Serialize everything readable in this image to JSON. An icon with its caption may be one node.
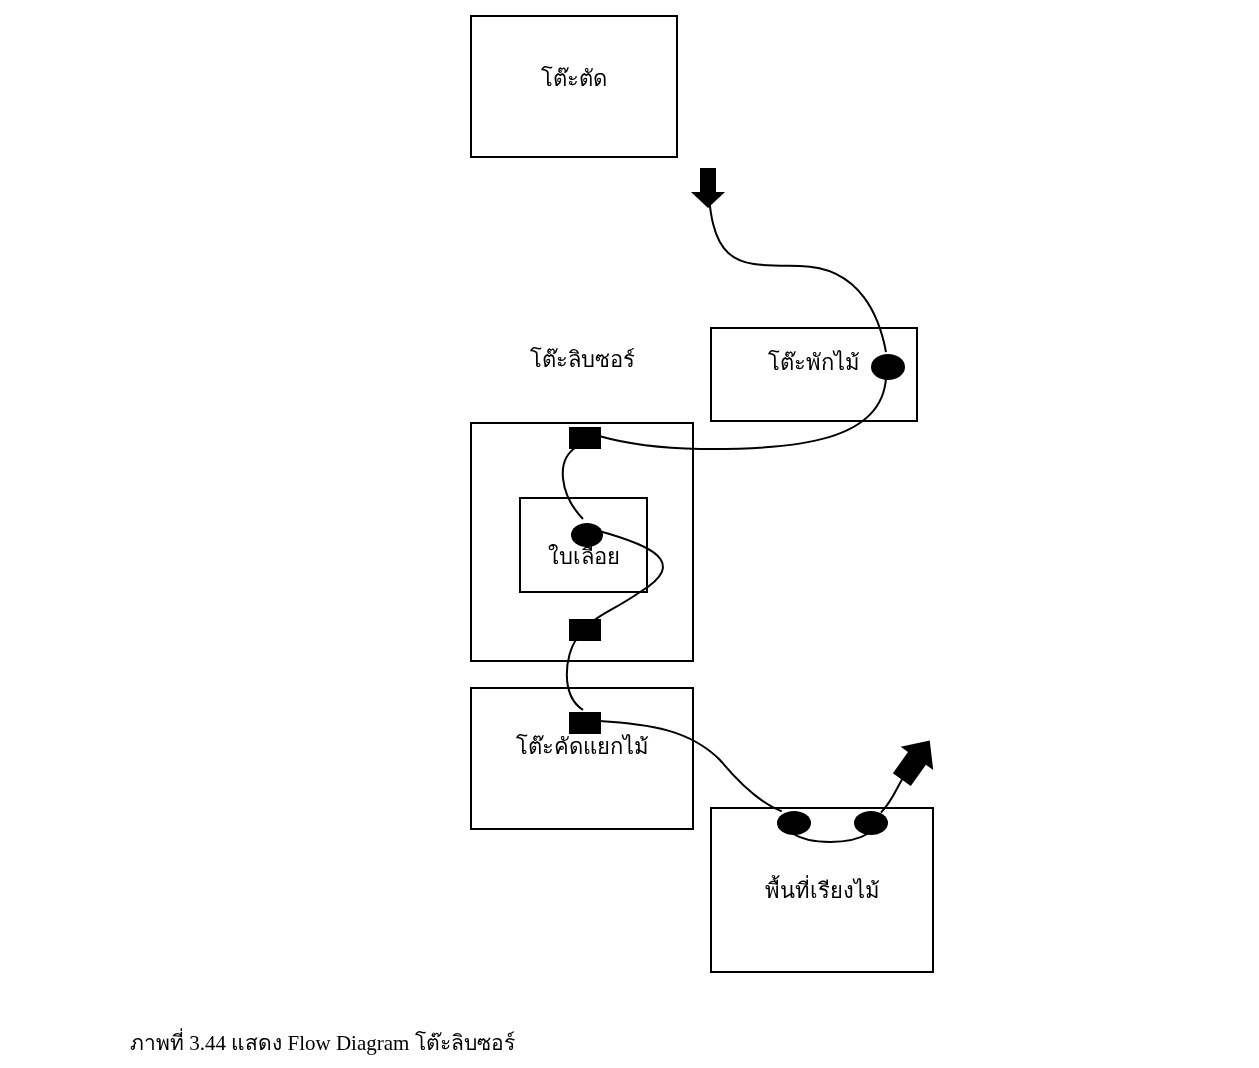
{
  "diagram": {
    "caption": "ภาพที่ 3.44 แสดง Flow Diagram โต๊ะลิบซอร์",
    "nodes": [
      {
        "text": [
          "โต๊ะตัด"
        ]
      },
      {
        "text": [
          "โต๊ะพักไม้"
        ]
      },
      {
        "text": [],
        "shape": "circle",
        "in": 1
      },
      {
        "text": [
          "โต๊ะลิบซอร์"
        ]
      },
      {
        "text": [],
        "shape": "box",
        "in": 3
      },
      {
        "text": [
          "ใบเลื่อย"
        ],
        "in": 3
      },
      {
        "text": [],
        "shape": "circle",
        "in": 5
      },
      {
        "text": [],
        "shape": "box",
        "in": 3
      },
      {
        "text": [
          "โต๊ะคัดแยกไม้"
        ]
      },
      {
        "text": [],
        "shape": "box",
        "in": 8
      },
      {
        "text": [
          "พื้นที่เรียงไม้"
        ]
      },
      {
        "text": [],
        "shape": "circle",
        "in": 10
      },
      {
        "text": [],
        "shape": "circle",
        "in": 10
      }
    ],
    "edges": [
      {
        "from": 2,
        "to": 0,
        "arrow": "to"
      },
      {
        "from": 2,
        "to": 4,
        "arrow": "none"
      },
      {
        "from": 4,
        "to": 6,
        "arrow": "none"
      },
      {
        "from": 6,
        "to": 7,
        "arrow": "none"
      },
      {
        "from": 7,
        "to": 9,
        "arrow": "none"
      },
      {
        "from": 9,
        "to": 11,
        "arrow": "none"
      },
      {
        "from": 11,
        "to": 12,
        "arrow": "none"
      },
      {
        "from": 12,
        "to": null,
        "arrow": "to"
      }
    ]
  }
}
